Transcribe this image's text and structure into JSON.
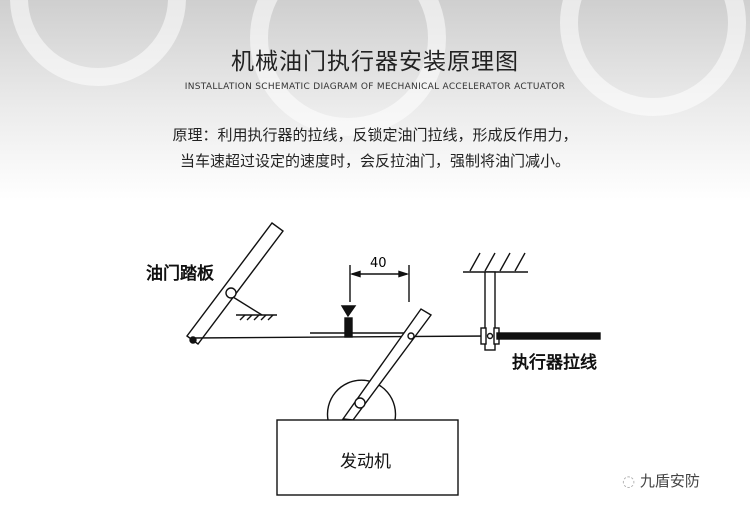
{
  "header": {
    "title": "机械油门执行器安装原理图",
    "subtitle": "INSTALLATION SCHEMATIC DIAGRAM OF MECHANICAL ACCELERATOR ACTUATOR",
    "description_lines": [
      "原理：利用执行器的拉线，反锁定油门拉线，形成反作用力，",
      "当车速超过设定的速度时，会反拉油门，强制将油门减小。"
    ]
  },
  "diagram": {
    "pedal_label": "油门踏板",
    "dimension_label": "40",
    "cable_label": "执行器拉线",
    "engine_label": "发动机"
  },
  "watermark": {
    "icon": "wechat-icon",
    "text": "九盾安防"
  }
}
